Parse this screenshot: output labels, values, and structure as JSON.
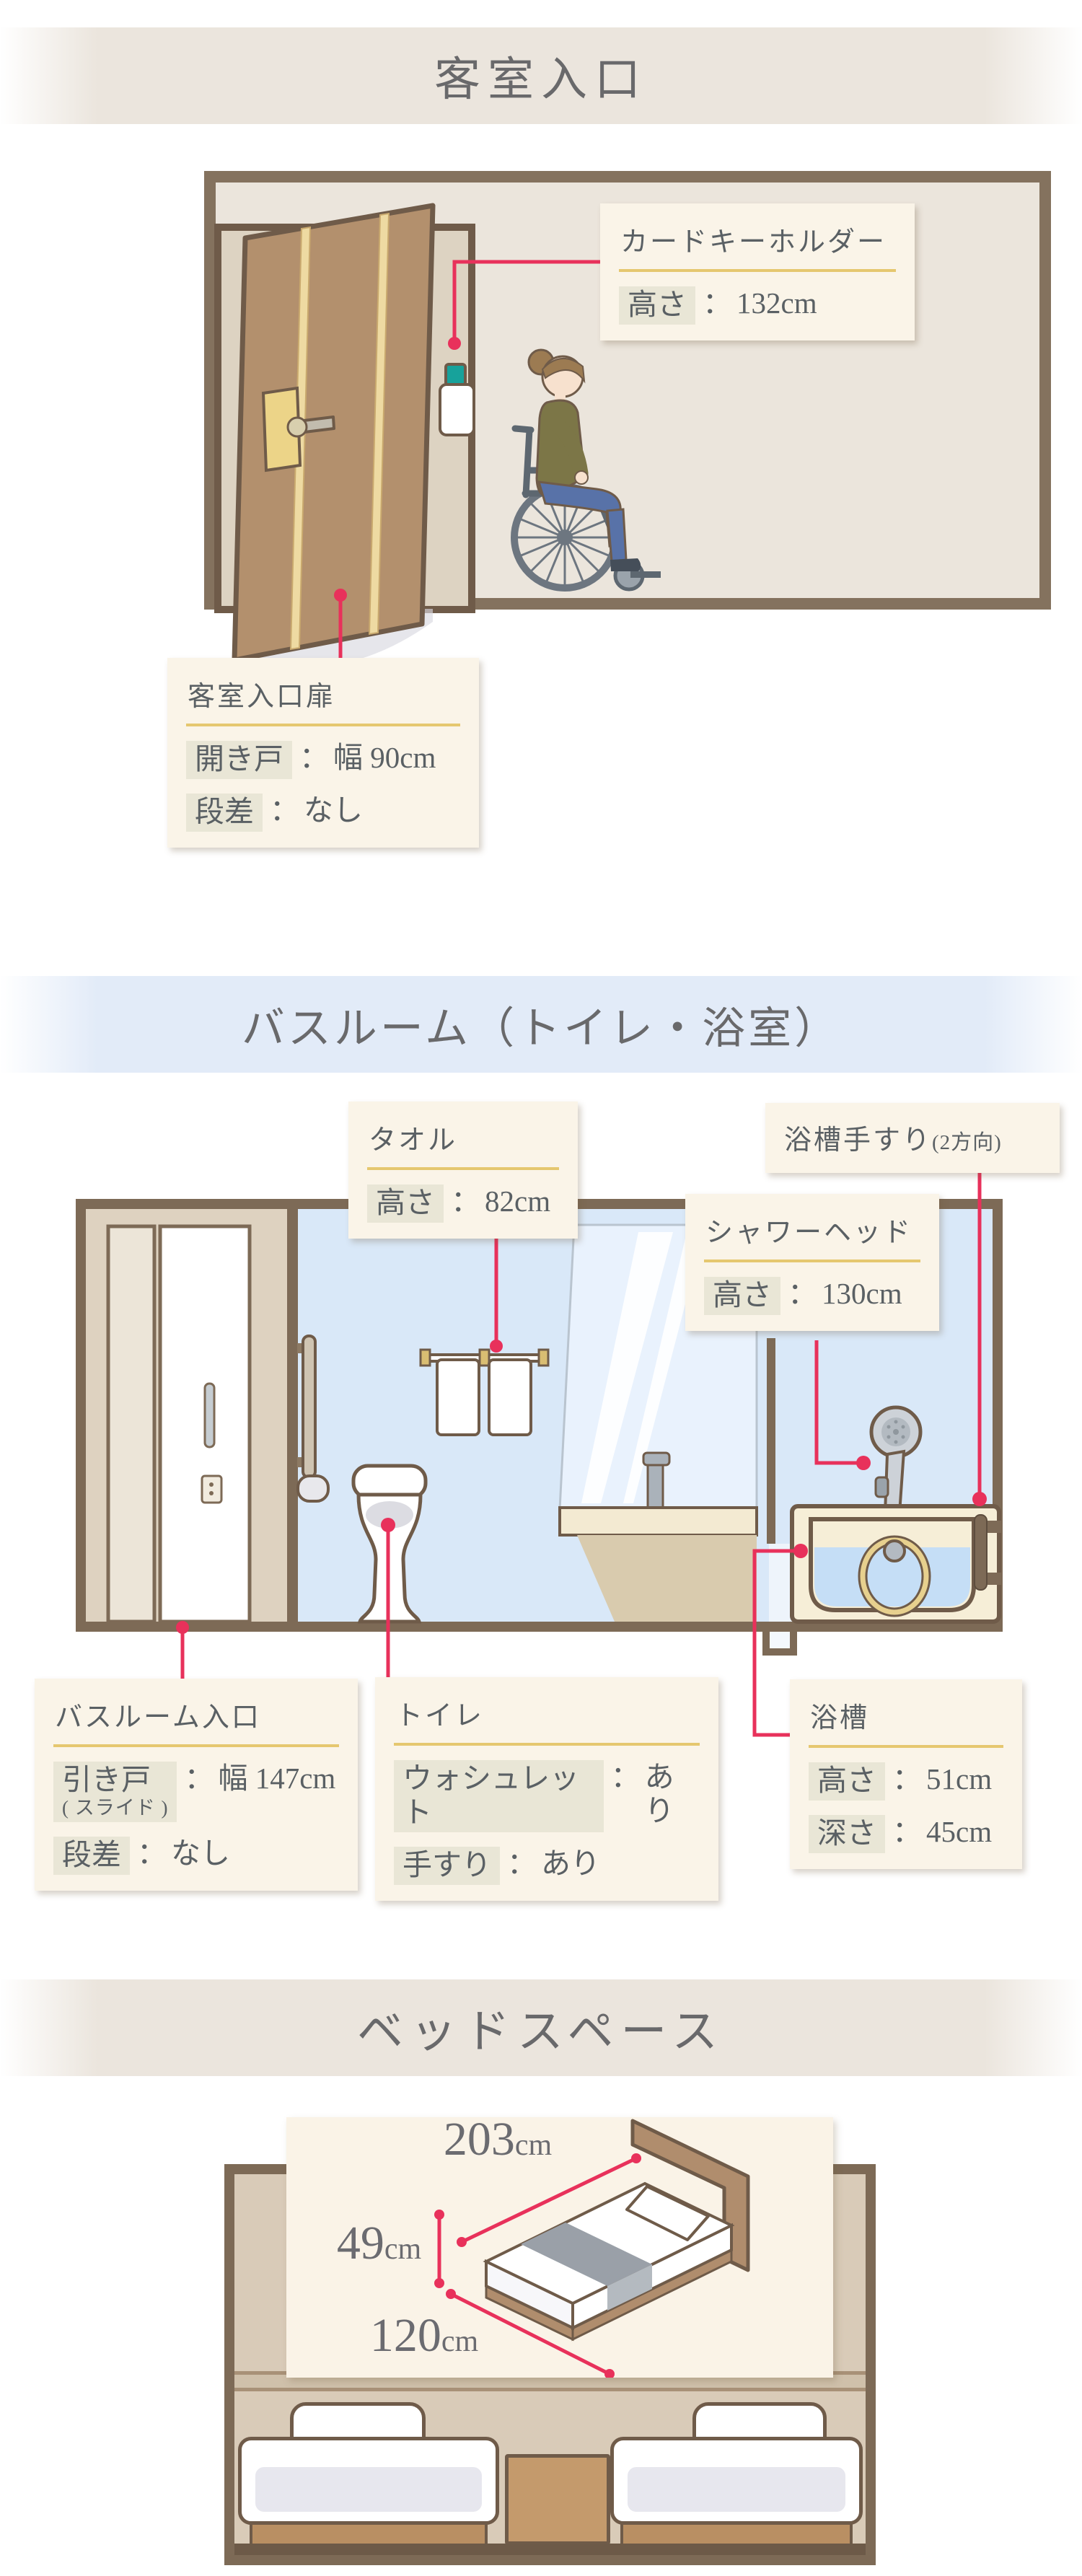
{
  "separator": "：",
  "colors": {
    "accent_red": "#e8315b",
    "underline_gold": "#e5c76f",
    "label_bg": "#faf4e8",
    "chip_bg": "#e9e6d6",
    "band_beige": "#ebe5dd",
    "band_blue": "#e2ebf8"
  },
  "sections": {
    "entrance": {
      "title": "客室入口",
      "card_key": {
        "title": "カードキーホルダー",
        "rows": [
          {
            "key": "高さ",
            "value": "132cm"
          }
        ]
      },
      "door": {
        "title": "客室入口扉",
        "rows": [
          {
            "key": "開き戸",
            "value": "幅 90cm"
          },
          {
            "key": "段差",
            "value": "なし"
          }
        ]
      }
    },
    "bathroom": {
      "title": "バスルーム（トイレ・浴室）",
      "towel": {
        "title": "タオル",
        "rows": [
          {
            "key": "高さ",
            "value": "82cm"
          }
        ]
      },
      "tub_handrail": {
        "title": "浴槽手すり",
        "title_note": "(2方向)"
      },
      "shower": {
        "title": "シャワーヘッド",
        "rows": [
          {
            "key": "高さ",
            "value": "130cm"
          }
        ]
      },
      "bath_entrance": {
        "title": "バスルーム入口",
        "rows": [
          {
            "key": "引き戸",
            "key_note": "( スライド )",
            "value": "幅 147cm"
          },
          {
            "key": "段差",
            "value": "なし"
          }
        ]
      },
      "toilet": {
        "title": "トイレ",
        "rows": [
          {
            "key": "ウォシュレット",
            "value": "あり"
          },
          {
            "key": "手すり",
            "value": "あり"
          }
        ]
      },
      "bathtub": {
        "title": "浴槽",
        "rows": [
          {
            "key": "高さ",
            "value": "51cm"
          },
          {
            "key": "深さ",
            "value": "45cm"
          }
        ]
      }
    },
    "bed": {
      "title": "ベッドスペース",
      "dimensions": {
        "length": {
          "value": "203",
          "unit": "cm"
        },
        "height": {
          "value": "49",
          "unit": "cm"
        },
        "width": {
          "value": "120",
          "unit": "cm"
        }
      }
    }
  }
}
